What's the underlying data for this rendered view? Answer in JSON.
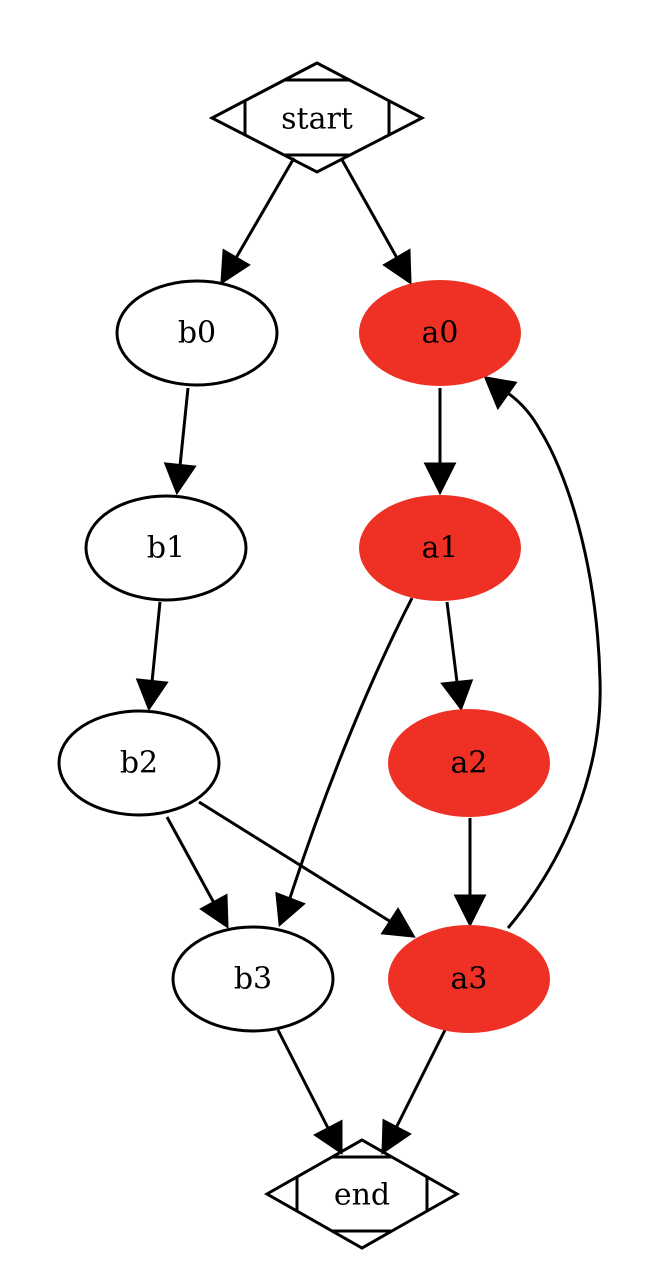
{
  "graph": {
    "highlight_color": "#ee3124",
    "line_color": "#000000",
    "nodes": [
      {
        "id": "start",
        "label": "start",
        "shape": "Mdiamond",
        "filled": false
      },
      {
        "id": "b0",
        "label": "b0",
        "shape": "ellipse",
        "filled": false
      },
      {
        "id": "a0",
        "label": "a0",
        "shape": "ellipse",
        "filled": true
      },
      {
        "id": "b1",
        "label": "b1",
        "shape": "ellipse",
        "filled": false
      },
      {
        "id": "a1",
        "label": "a1",
        "shape": "ellipse",
        "filled": true
      },
      {
        "id": "b2",
        "label": "b2",
        "shape": "ellipse",
        "filled": false
      },
      {
        "id": "a2",
        "label": "a2",
        "shape": "ellipse",
        "filled": true
      },
      {
        "id": "b3",
        "label": "b3",
        "shape": "ellipse",
        "filled": false
      },
      {
        "id": "a3",
        "label": "a3",
        "shape": "ellipse",
        "filled": true
      },
      {
        "id": "end",
        "label": "end",
        "shape": "Mdiamond",
        "filled": false
      }
    ],
    "edges": [
      {
        "from": "start",
        "to": "b0"
      },
      {
        "from": "start",
        "to": "a0"
      },
      {
        "from": "b0",
        "to": "b1"
      },
      {
        "from": "b1",
        "to": "b2"
      },
      {
        "from": "b2",
        "to": "b3"
      },
      {
        "from": "b2",
        "to": "a3"
      },
      {
        "from": "a0",
        "to": "a1"
      },
      {
        "from": "a1",
        "to": "a2"
      },
      {
        "from": "a1",
        "to": "b3"
      },
      {
        "from": "a2",
        "to": "a3"
      },
      {
        "from": "a3",
        "to": "a0"
      },
      {
        "from": "b3",
        "to": "end"
      },
      {
        "from": "a3",
        "to": "end"
      }
    ]
  }
}
